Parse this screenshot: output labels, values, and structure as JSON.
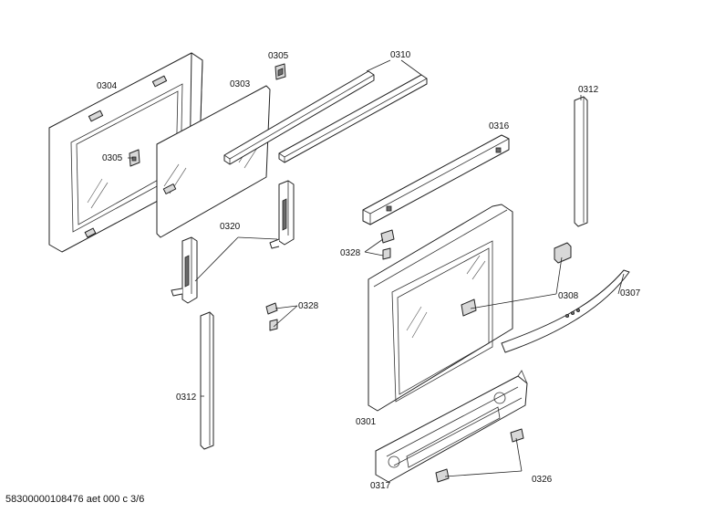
{
  "labels": {
    "p0304": "0304",
    "p0305a": "0305",
    "p0305b": "0305",
    "p0303": "0303",
    "p0310": "0310",
    "p0312a": "0312",
    "p0316": "0316",
    "p0320": "0320",
    "p0328a": "0328",
    "p0328b": "0328",
    "p0308": "0308",
    "p0307": "0307",
    "p0312b": "0312",
    "p0301": "0301",
    "p0317": "0317",
    "p0326": "0326"
  },
  "footer": "58300000108476 aet 000 c 3/6"
}
